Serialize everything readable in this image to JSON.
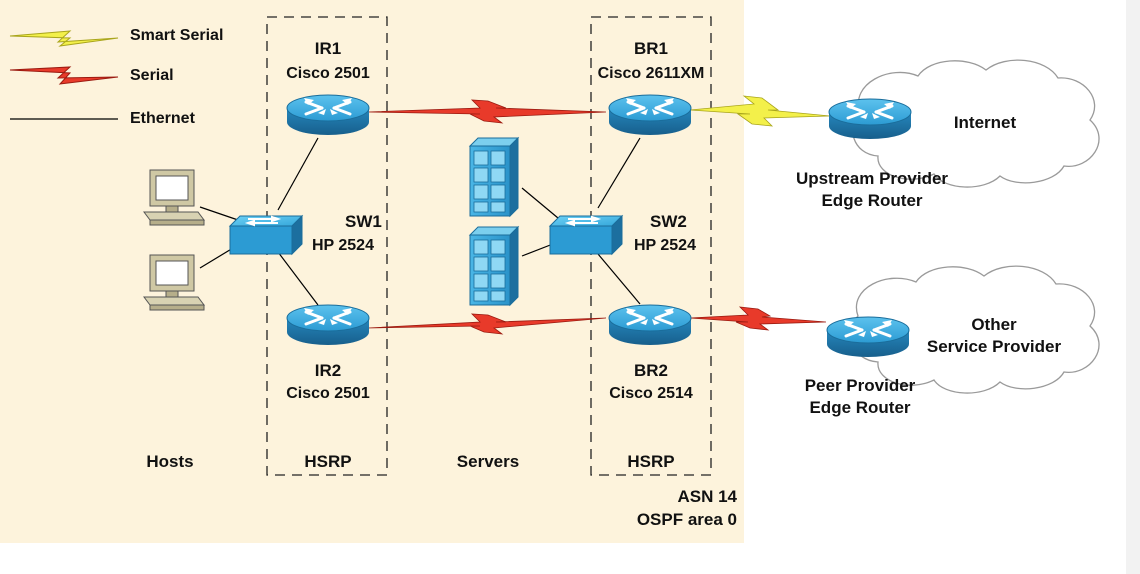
{
  "legend": [
    {
      "label": "Smart Serial",
      "color": "#f3f04a"
    },
    {
      "label": "Serial",
      "color": "#e83a2a"
    },
    {
      "label": "Ethernet",
      "color": "#000000"
    }
  ],
  "colors": {
    "asn_area": "#fdf3dc",
    "device_blue": "#2f9fd6",
    "device_dark": "#1c6f9f",
    "cloud_fill": "#ffffff",
    "cloud_stroke": "#999999"
  },
  "routers": {
    "ir1": {
      "name": "IR1",
      "model": "Cisco 2501"
    },
    "ir2": {
      "name": "IR2",
      "model": "Cisco 2501"
    },
    "br1": {
      "name": "BR1",
      "model": "Cisco 2611XM"
    },
    "br2": {
      "name": "BR2",
      "model": "Cisco 2514"
    },
    "upstream": {
      "line1": "Upstream Provider",
      "line2": "Edge Router"
    },
    "peer": {
      "line1": "Peer Provider",
      "line2": "Edge Router"
    }
  },
  "switches": {
    "sw1": {
      "name": "SW1",
      "model": "HP 2524"
    },
    "sw2": {
      "name": "SW2",
      "model": "HP 2524"
    }
  },
  "clouds": {
    "internet": "Internet",
    "other_line1": "Other",
    "other_line2": "Service Provider"
  },
  "groups": {
    "hosts": "Hosts",
    "hsrp_left": "HSRP",
    "servers": "Servers",
    "hsrp_right": "HSRP"
  },
  "asn": {
    "line1": "ASN 14",
    "line2": "OSPF area 0"
  }
}
